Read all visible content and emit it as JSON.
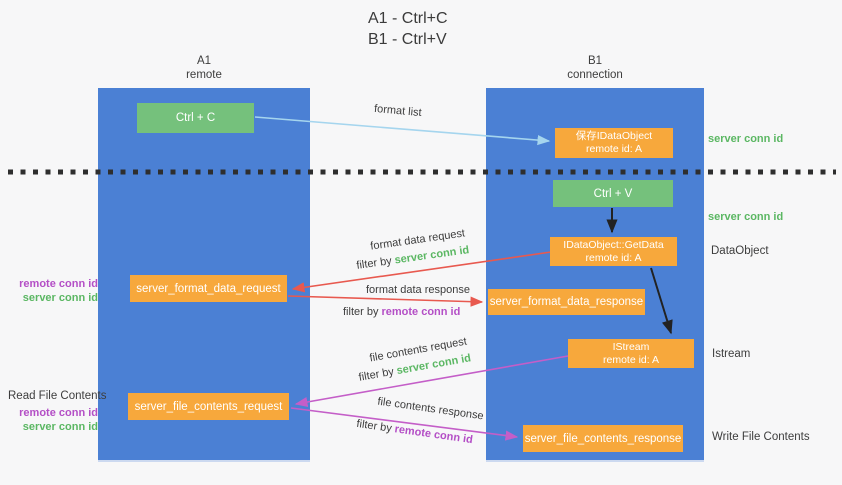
{
  "title": {
    "line1": "A1 - Ctrl+C",
    "line2": "B1 - Ctrl+V"
  },
  "lanes": {
    "a": {
      "name": "A1",
      "subtitle": "remote"
    },
    "b": {
      "name": "B1",
      "subtitle": "connection"
    }
  },
  "nodes": {
    "ctrl_c": {
      "label": "Ctrl + C"
    },
    "save_idataobject": {
      "line1": "保存IDataObject",
      "line2": "remote id: A"
    },
    "ctrl_v": {
      "label": "Ctrl + V"
    },
    "getdata": {
      "line1": "IDataObject::GetData",
      "line2": "remote id: A"
    },
    "format_request": {
      "label": "server_format_data_request"
    },
    "format_response": {
      "label": "server_format_data_response"
    },
    "istream": {
      "line1": "IStream",
      "line2": "remote id: A"
    },
    "file_request": {
      "label": "server_file_contents_request"
    },
    "file_response": {
      "label": "server_file_contents_response"
    }
  },
  "arrows": {
    "format_list": {
      "label": "format list"
    },
    "format_data_request": {
      "label": "format data request",
      "filter_prefix": "filter by",
      "filter_id": "server conn id"
    },
    "format_data_response": {
      "label": "format data response",
      "filter_prefix": "filter by",
      "filter_id": "remote conn id"
    },
    "file_contents_request": {
      "label": "file contents request",
      "filter_prefix": "filter by",
      "filter_id": "server conn id"
    },
    "file_contents_response": {
      "label": "file contents response",
      "filter_prefix": "filter by",
      "filter_id": "remote conn id"
    }
  },
  "annotations": {
    "right": {
      "server_conn_id_1": "server conn id",
      "server_conn_id_2": "server conn id",
      "dataobject": "DataObject",
      "istream": "Istream",
      "write_file_contents": "Write File Contents"
    },
    "left": {
      "remote_conn_id_1": "remote conn id",
      "server_conn_id_1": "server conn id",
      "read_file_contents": "Read File Contents",
      "remote_conn_id_2": "remote conn id",
      "server_conn_id_2": "server conn id"
    }
  },
  "colors": {
    "lane_blue": "#4b80d4",
    "node_orange": "#f7a83c",
    "key_green": "#75c17c",
    "id_green": "#5bb763",
    "id_purple": "#b44fc6",
    "arrow_red": "#e8594f",
    "arrow_magenta": "#c45ec8",
    "arrow_lightblue": "#a5d5ee",
    "arrow_black": "#222222",
    "text_dark": "#3d3d3d",
    "background": "#f7f7f8"
  }
}
